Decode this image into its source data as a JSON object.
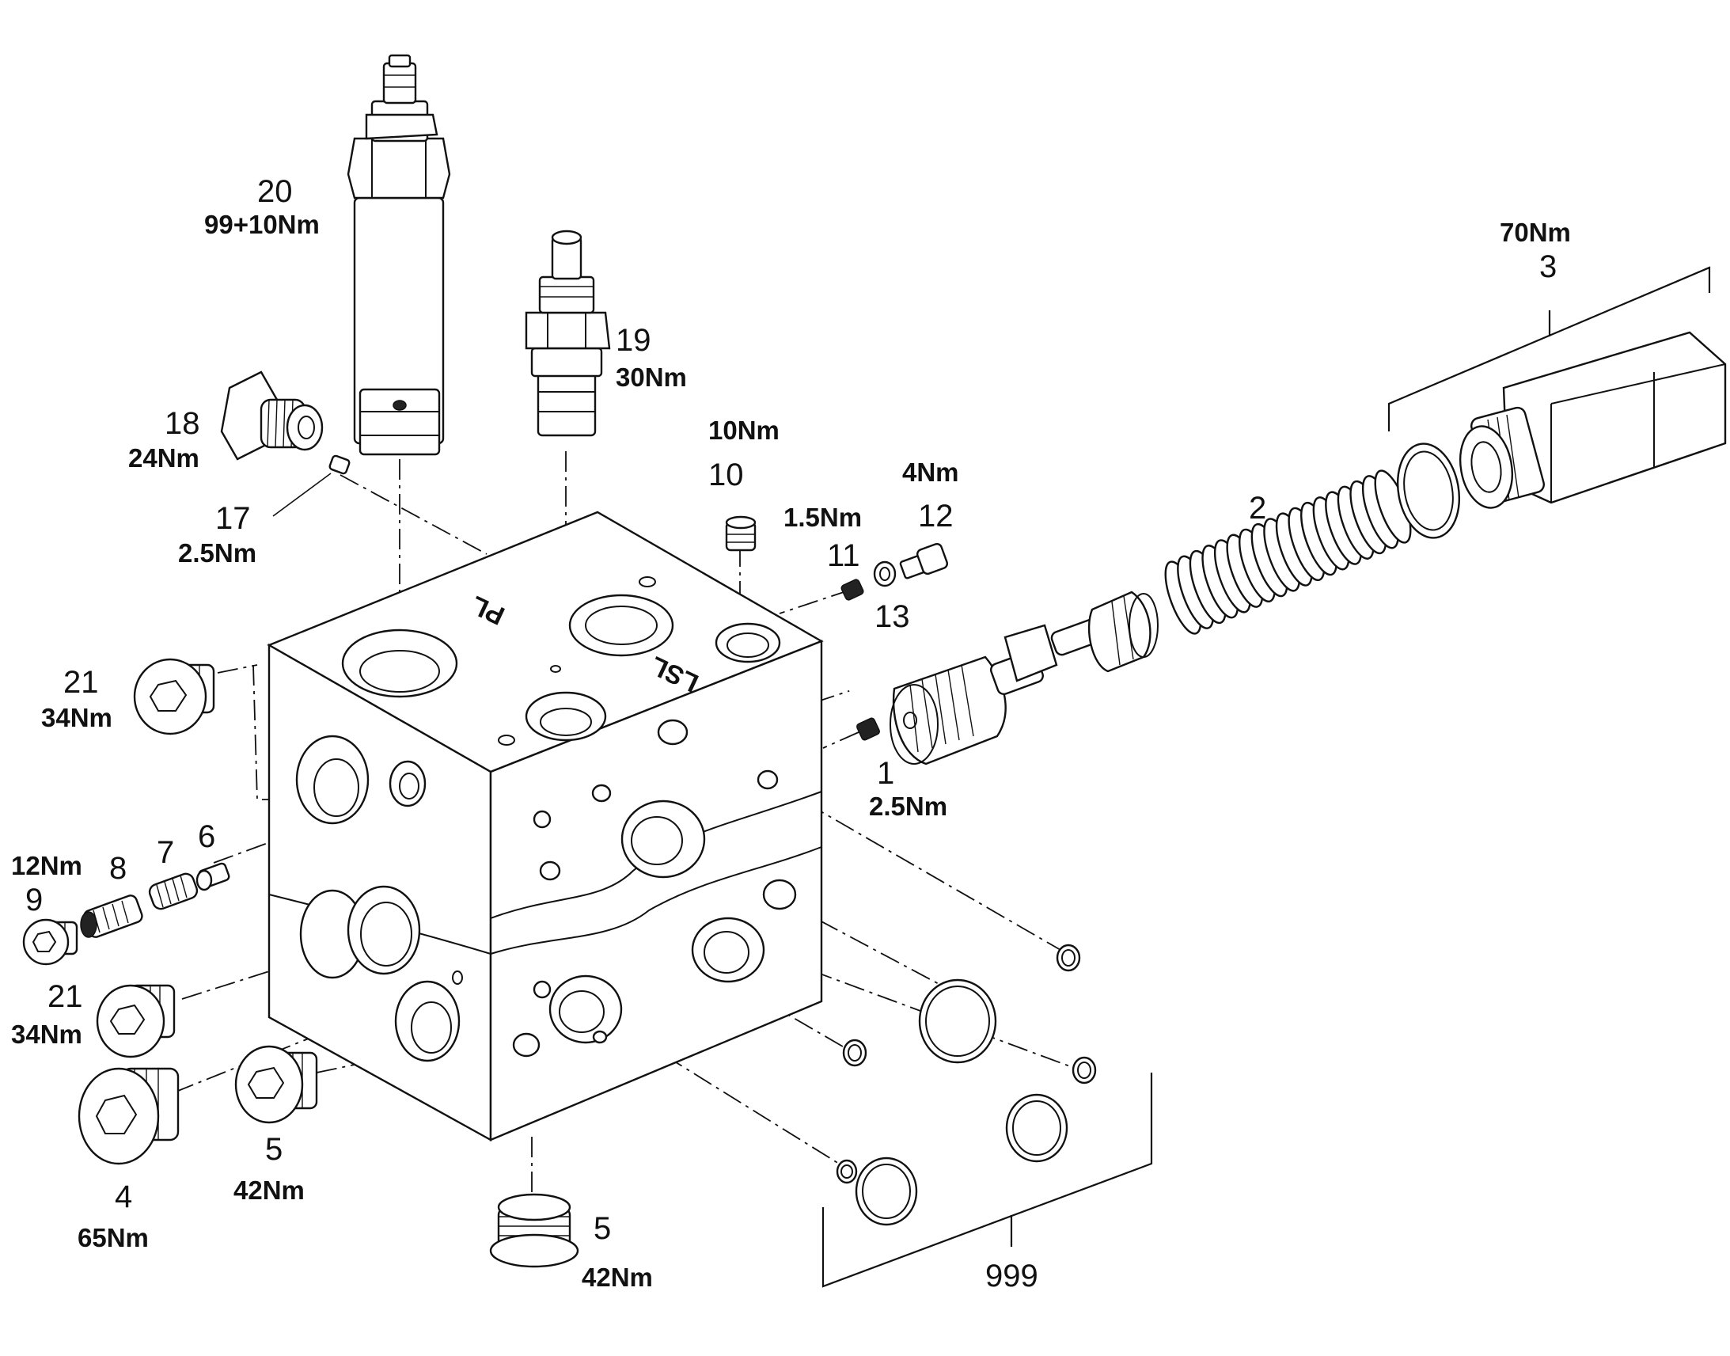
{
  "labels": {
    "p1": {
      "num": "1",
      "torque": "2.5Nm"
    },
    "p2": {
      "num": "2"
    },
    "p3": {
      "num": "3",
      "torque": "70Nm"
    },
    "p4": {
      "num": "4",
      "torque": "65Nm"
    },
    "p5a": {
      "num": "5",
      "torque": "42Nm"
    },
    "p5b": {
      "num": "5",
      "torque": "42Nm"
    },
    "p6": {
      "num": "6"
    },
    "p7": {
      "num": "7"
    },
    "p8": {
      "num": "8",
      "torque": "12Nm"
    },
    "p9": {
      "num": "9"
    },
    "p10": {
      "num": "10",
      "torque": "10Nm"
    },
    "p11": {
      "num": "11",
      "torque": "1.5Nm"
    },
    "p12": {
      "num": "12",
      "torque": "4Nm"
    },
    "p13": {
      "num": "13"
    },
    "p17": {
      "num": "17",
      "torque": "2.5Nm"
    },
    "p18": {
      "num": "18",
      "torque": "24Nm"
    },
    "p19": {
      "num": "19",
      "torque": "30Nm"
    },
    "p20": {
      "num": "20",
      "torque": "99+10Nm"
    },
    "p21a": {
      "num": "21",
      "torque": "34Nm"
    },
    "p21b": {
      "num": "21",
      "torque": "34Nm"
    },
    "p999": {
      "num": "999"
    }
  },
  "block_markings": {
    "pl": "PL",
    "lsl": "LSL"
  },
  "colors": {
    "line": "#111111",
    "background": "#ffffff"
  }
}
